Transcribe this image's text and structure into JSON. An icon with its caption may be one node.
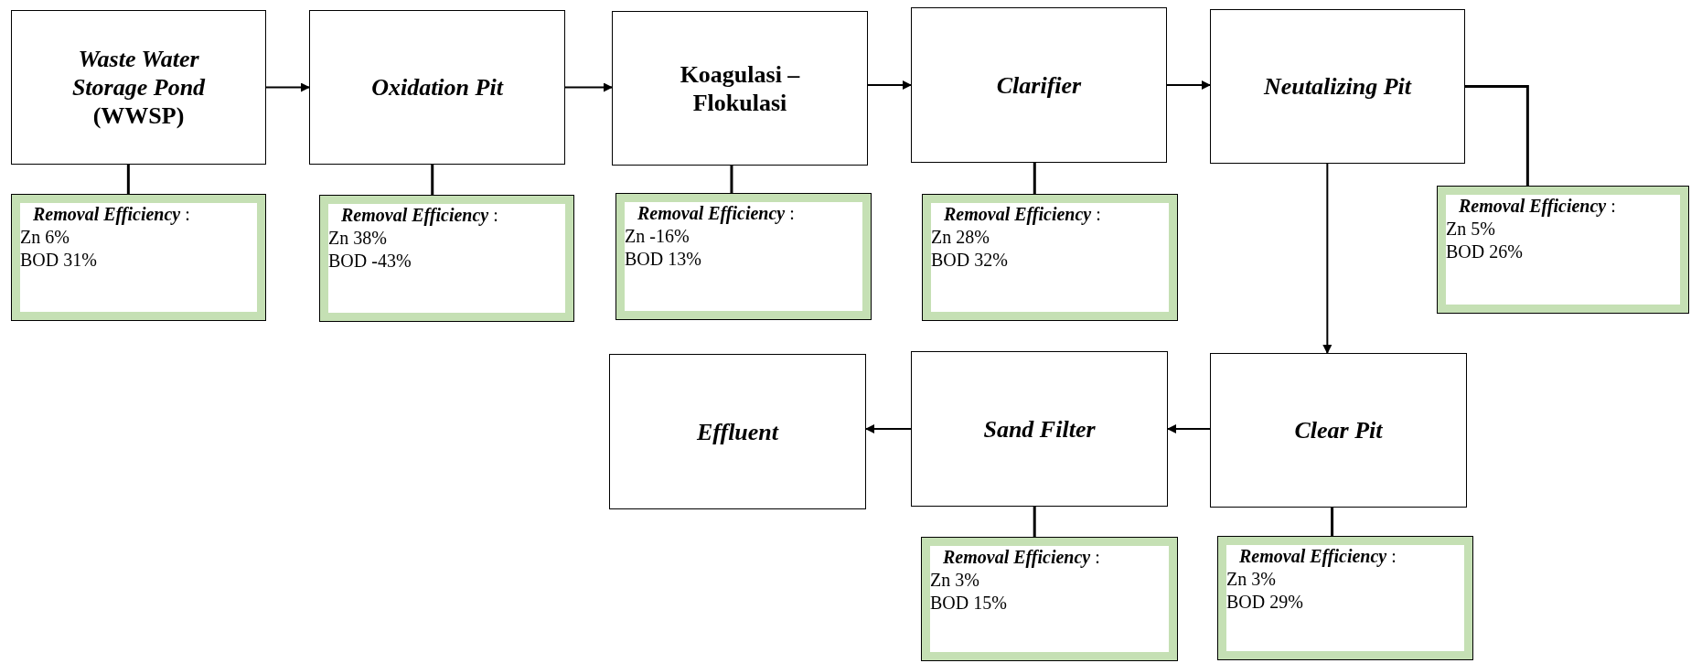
{
  "diagram": {
    "nodes": [
      {
        "text": [
          "*Waste Water Storage Pond* (WWSP)"
        ]
      },
      {
        "text": [
          "**Removal Efficiency** :",
          "Zn 6%",
          "BOD 31%"
        ]
      },
      {
        "text": [
          "Oxidation Pit"
        ]
      },
      {
        "text": [
          "**Removal Efficiency** :",
          "Zn 38%",
          "BOD -43%"
        ]
      },
      {
        "text": [
          "Koagulasi – Flokulasi"
        ]
      },
      {
        "text": [
          "**Removal Efficiency** :",
          "Zn -16%",
          "BOD 13%"
        ]
      },
      {
        "text": [
          "Clarifier"
        ]
      },
      {
        "text": [
          "**Removal Efficiency** :",
          "Zn 28%",
          "BOD 32%"
        ]
      },
      {
        "text": [
          "Neutalizing Pit"
        ]
      },
      {
        "text": [
          "**Removal Efficiency** :",
          "Zn 5%",
          "BOD 26%"
        ]
      },
      {
        "text": [
          "Clear Pit"
        ]
      },
      {
        "text": [
          "**Removal Efficiency** :",
          "Zn 3%",
          "BOD 29%"
        ]
      },
      {
        "text": [
          "Sand Filter"
        ]
      },
      {
        "text": [
          "**Removal Efficiency** :",
          "Zn 3%",
          "BOD 15%"
        ]
      },
      {
        "text": [
          "Effluent"
        ]
      }
    ],
    "edges": [
      {
        "from": 0,
        "to": 2,
        "arrow": "to"
      },
      {
        "from": 2,
        "to": 4,
        "arrow": "to"
      },
      {
        "from": 4,
        "to": 6,
        "arrow": "to"
      },
      {
        "from": 6,
        "to": 8,
        "arrow": "to"
      },
      {
        "from": 8,
        "to": 10,
        "arrow": "to"
      },
      {
        "from": 10,
        "to": 12,
        "arrow": "to"
      },
      {
        "from": 12,
        "to": 14,
        "arrow": "to"
      },
      {
        "from": 0,
        "to": 1,
        "arrow": "none"
      },
      {
        "from": 2,
        "to": 3,
        "arrow": "none"
      },
      {
        "from": 4,
        "to": 5,
        "arrow": "none"
      },
      {
        "from": 6,
        "to": 7,
        "arrow": "none"
      },
      {
        "from": 8,
        "to": 9,
        "arrow": "none"
      },
      {
        "from": 10,
        "to": 11,
        "arrow": "none"
      },
      {
        "from": 12,
        "to": 13,
        "arrow": "none"
      }
    ]
  }
}
